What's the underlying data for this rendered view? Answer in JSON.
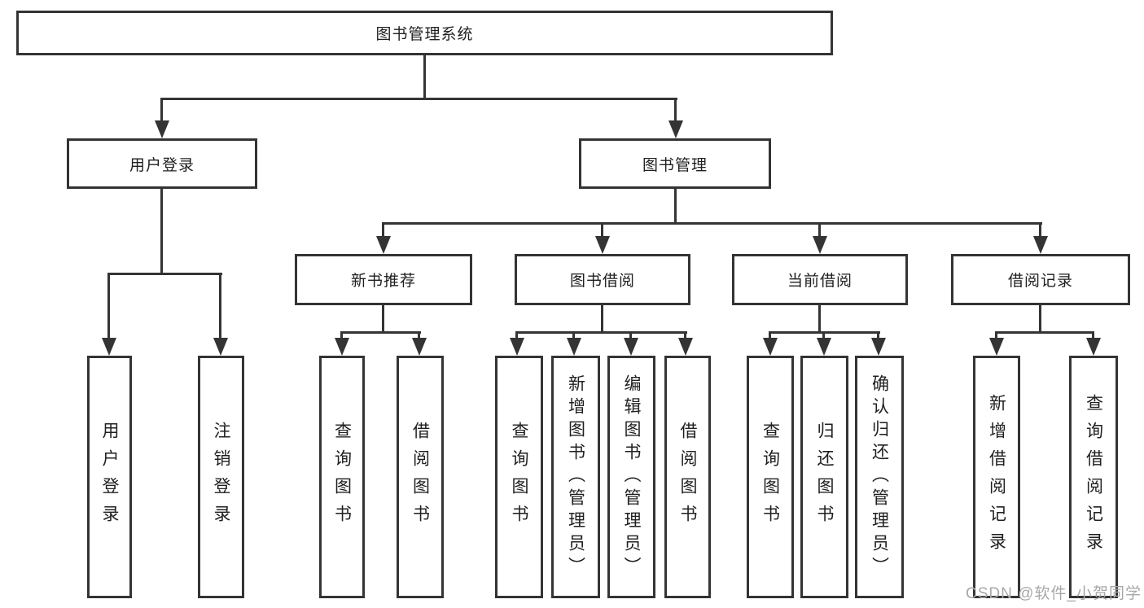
{
  "tree": {
    "root": {
      "label": "图书管理系统"
    },
    "branches": [
      {
        "label": "用户登录",
        "leaves": [
          {
            "label": "用户登录"
          },
          {
            "label": "注销登录"
          }
        ]
      },
      {
        "label": "图书管理",
        "groups": [
          {
            "label": "新书推荐",
            "leaves": [
              {
                "label": "查询图书"
              },
              {
                "label": "借阅图书"
              }
            ]
          },
          {
            "label": "图书借阅",
            "leaves": [
              {
                "label": "查询图书"
              },
              {
                "label": "新增图书（管理员）"
              },
              {
                "label": "编辑图书（管理员）"
              },
              {
                "label": "借阅图书"
              }
            ]
          },
          {
            "label": "当前借阅",
            "leaves": [
              {
                "label": "查询图书"
              },
              {
                "label": "归还图书"
              },
              {
                "label": "确认归还（管理员）"
              }
            ]
          },
          {
            "label": "借阅记录",
            "leaves": [
              {
                "label": "新增借阅记录"
              },
              {
                "label": "查询借阅记录"
              }
            ]
          }
        ]
      }
    ]
  },
  "watermark": {
    "text": "CSDN @软件_小贺同学"
  },
  "colors": {
    "line": "#343434",
    "text": "#202020",
    "watermark": "#a8a8a8",
    "background": "#ffffff"
  }
}
